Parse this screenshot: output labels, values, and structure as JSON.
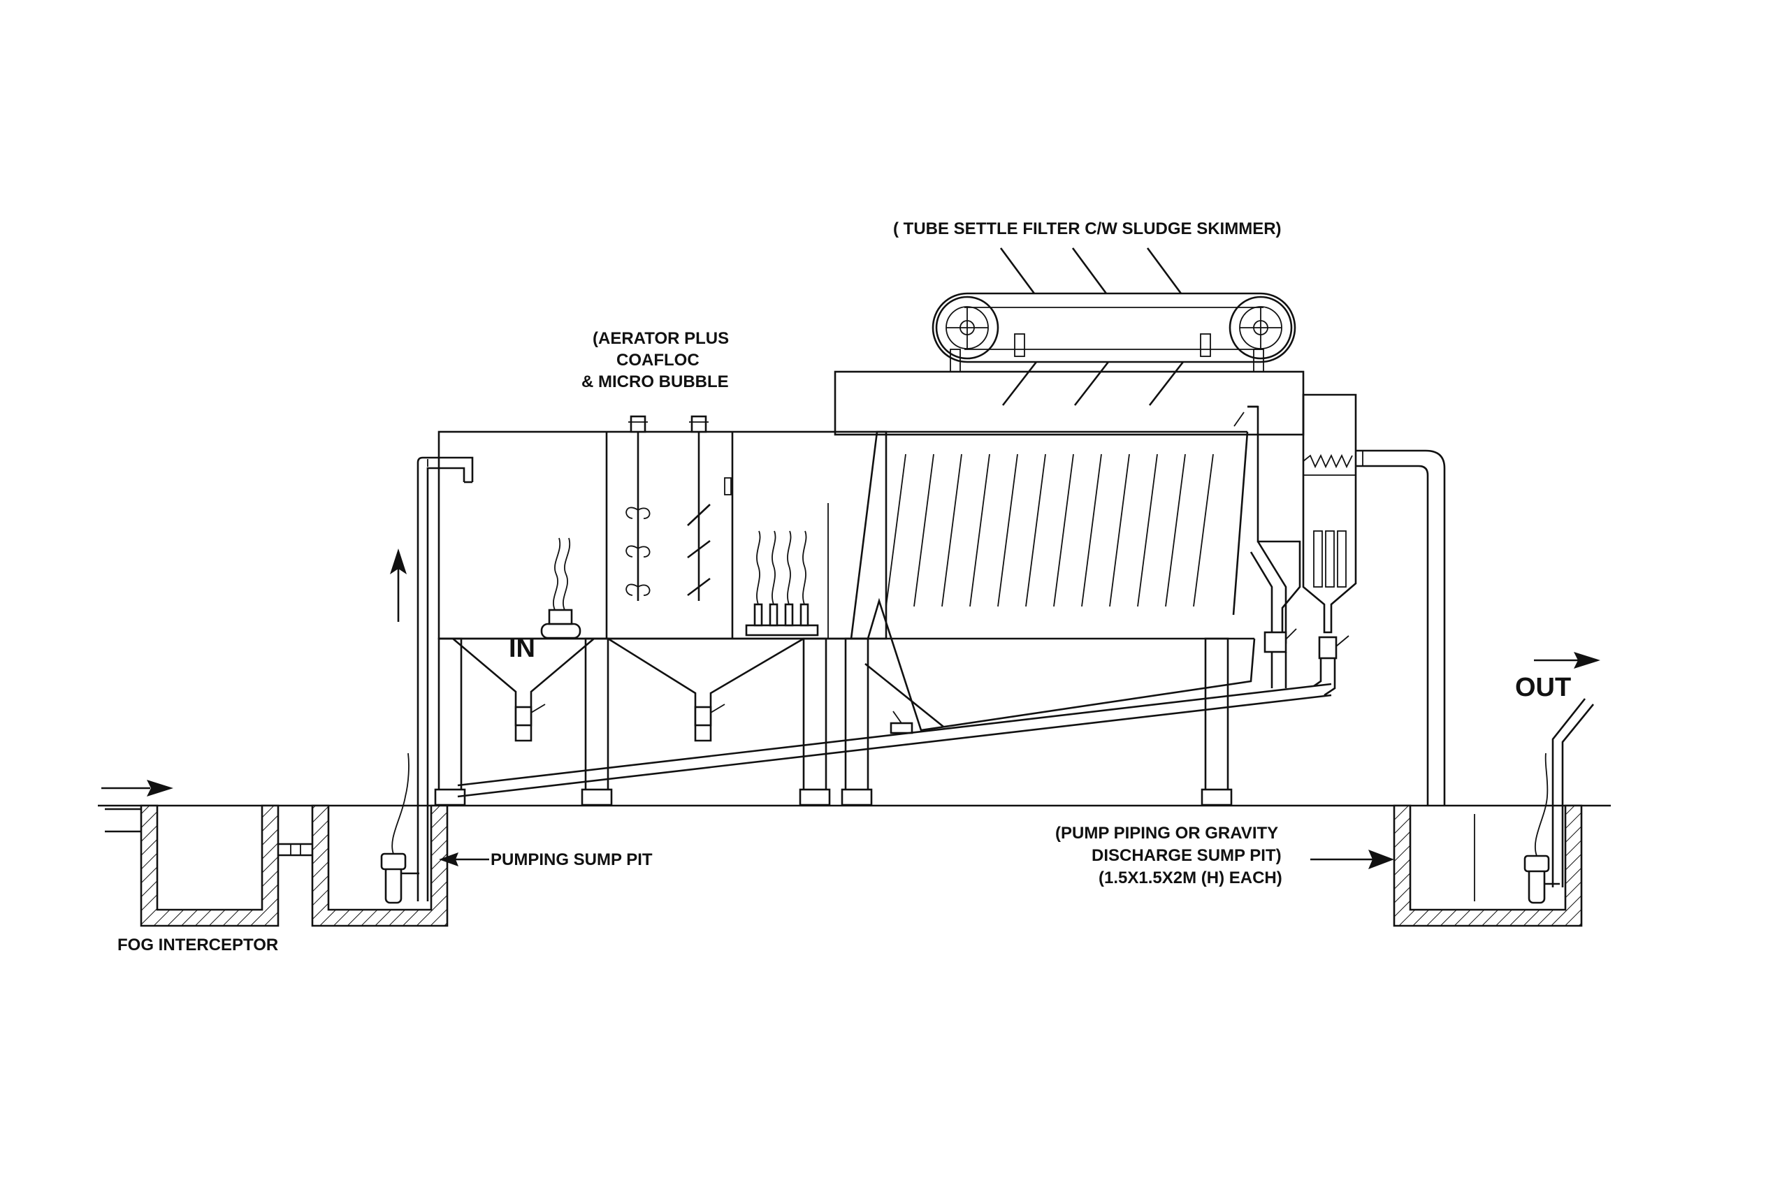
{
  "labels": {
    "tube_settler": "( TUBE SETTLE FILTER C/W SLUDGE SKIMMER)",
    "aerator_1": "(AERATOR PLUS",
    "aerator_2": "COAFLOC",
    "aerator_3": "& MICRO BUBBLE",
    "inlet": "IN",
    "outlet": "OUT",
    "pumping_sump": "PUMPING SUMP PIT",
    "fog_interceptor": "FOG INTERCEPTOR",
    "discharge_1": "(PUMP PIPING OR GRAVITY",
    "discharge_2": "DISCHARGE SUMP PIT)",
    "discharge_3": "(1.5X1.5X2M (H) EACH)"
  },
  "colors": {
    "line": "#111111",
    "background": "#ffffff"
  }
}
